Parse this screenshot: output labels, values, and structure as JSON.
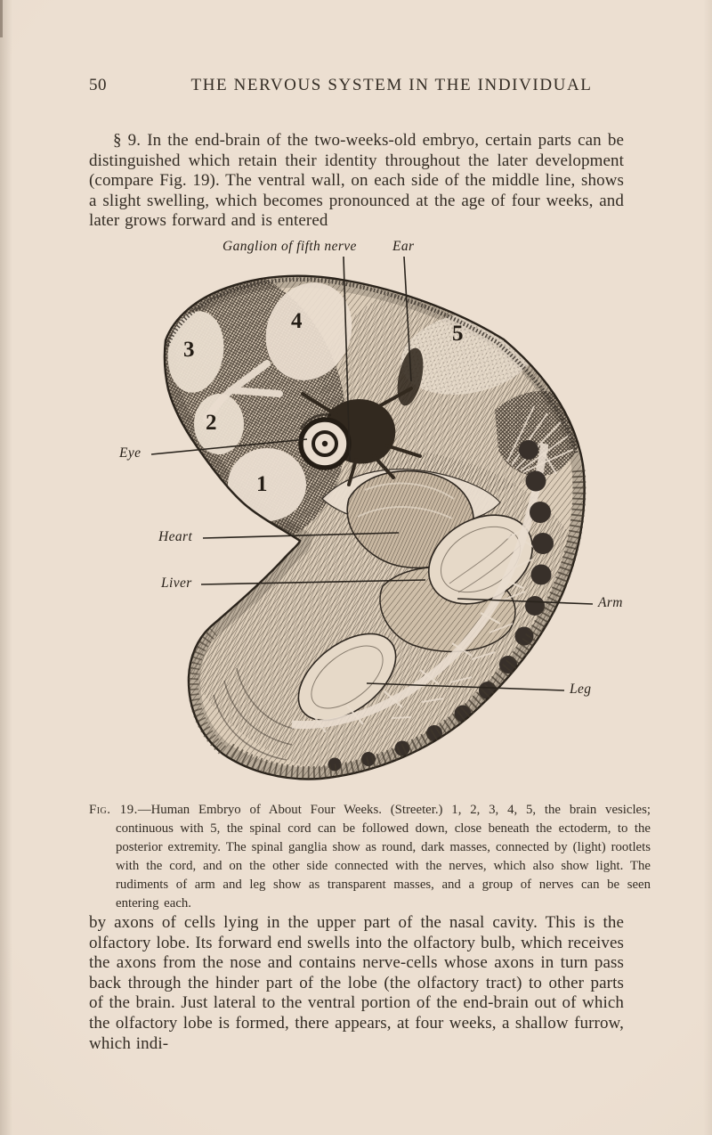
{
  "page": {
    "number": "50",
    "header_title": "THE NERVOUS SYSTEM IN THE INDIVIDUAL",
    "paragraph_top": "§ 9. In the end-brain of the two-weeks-old embryo, certain parts can be distinguished which retain their identity throughout the later development (compare Fig. 19).  The ventral wall, on each side of the middle line, shows a slight swelling, which becomes pronounced at the age of four weeks, and later grows forward and is entered",
    "paragraph_bottom": "by axons of cells lying in the upper part of the nasal cavity.  This is the olfactory lobe.  Its forward end swells into the olfactory bulb, which receives the axons from the nose and contains nerve-cells whose axons in turn pass back through the hinder part of the lobe (the olfactory tract) to other parts of the brain.  Just lateral to the ventral portion of the end-brain out of which the olfactory lobe is formed, there appears, at four weeks, a shallow furrow, which indi-"
  },
  "figure": {
    "labels": {
      "ganglion": "Ganglion of fifth nerve",
      "ear": "Ear",
      "eye": "Eye",
      "heart": "Heart",
      "liver": "Liver",
      "arm": "Arm",
      "leg": "Leg"
    },
    "vesicle_numbers": [
      "1",
      "2",
      "3",
      "4",
      "5"
    ],
    "caption_fig": "Fig. 19.",
    "caption_text": "—Human Embryo of About Four Weeks.  (Streeter.)  1, 2, 3, 4, 5, the brain vesicles; continuous with 5, the spinal cord can be followed down, close beneath the ectoderm, to the posterior extremity.  The spinal ganglia show as round, dark masses, connected by (light) rootlets with the cord, and on the other side connected with the nerves, which also show light.  The rudiments of arm and leg show as transparent masses, and a group of nerves can be seen entering each."
  },
  "colors": {
    "paper": "#e9ddcf",
    "ink": "#332c24",
    "engraving": "#2e2720"
  }
}
